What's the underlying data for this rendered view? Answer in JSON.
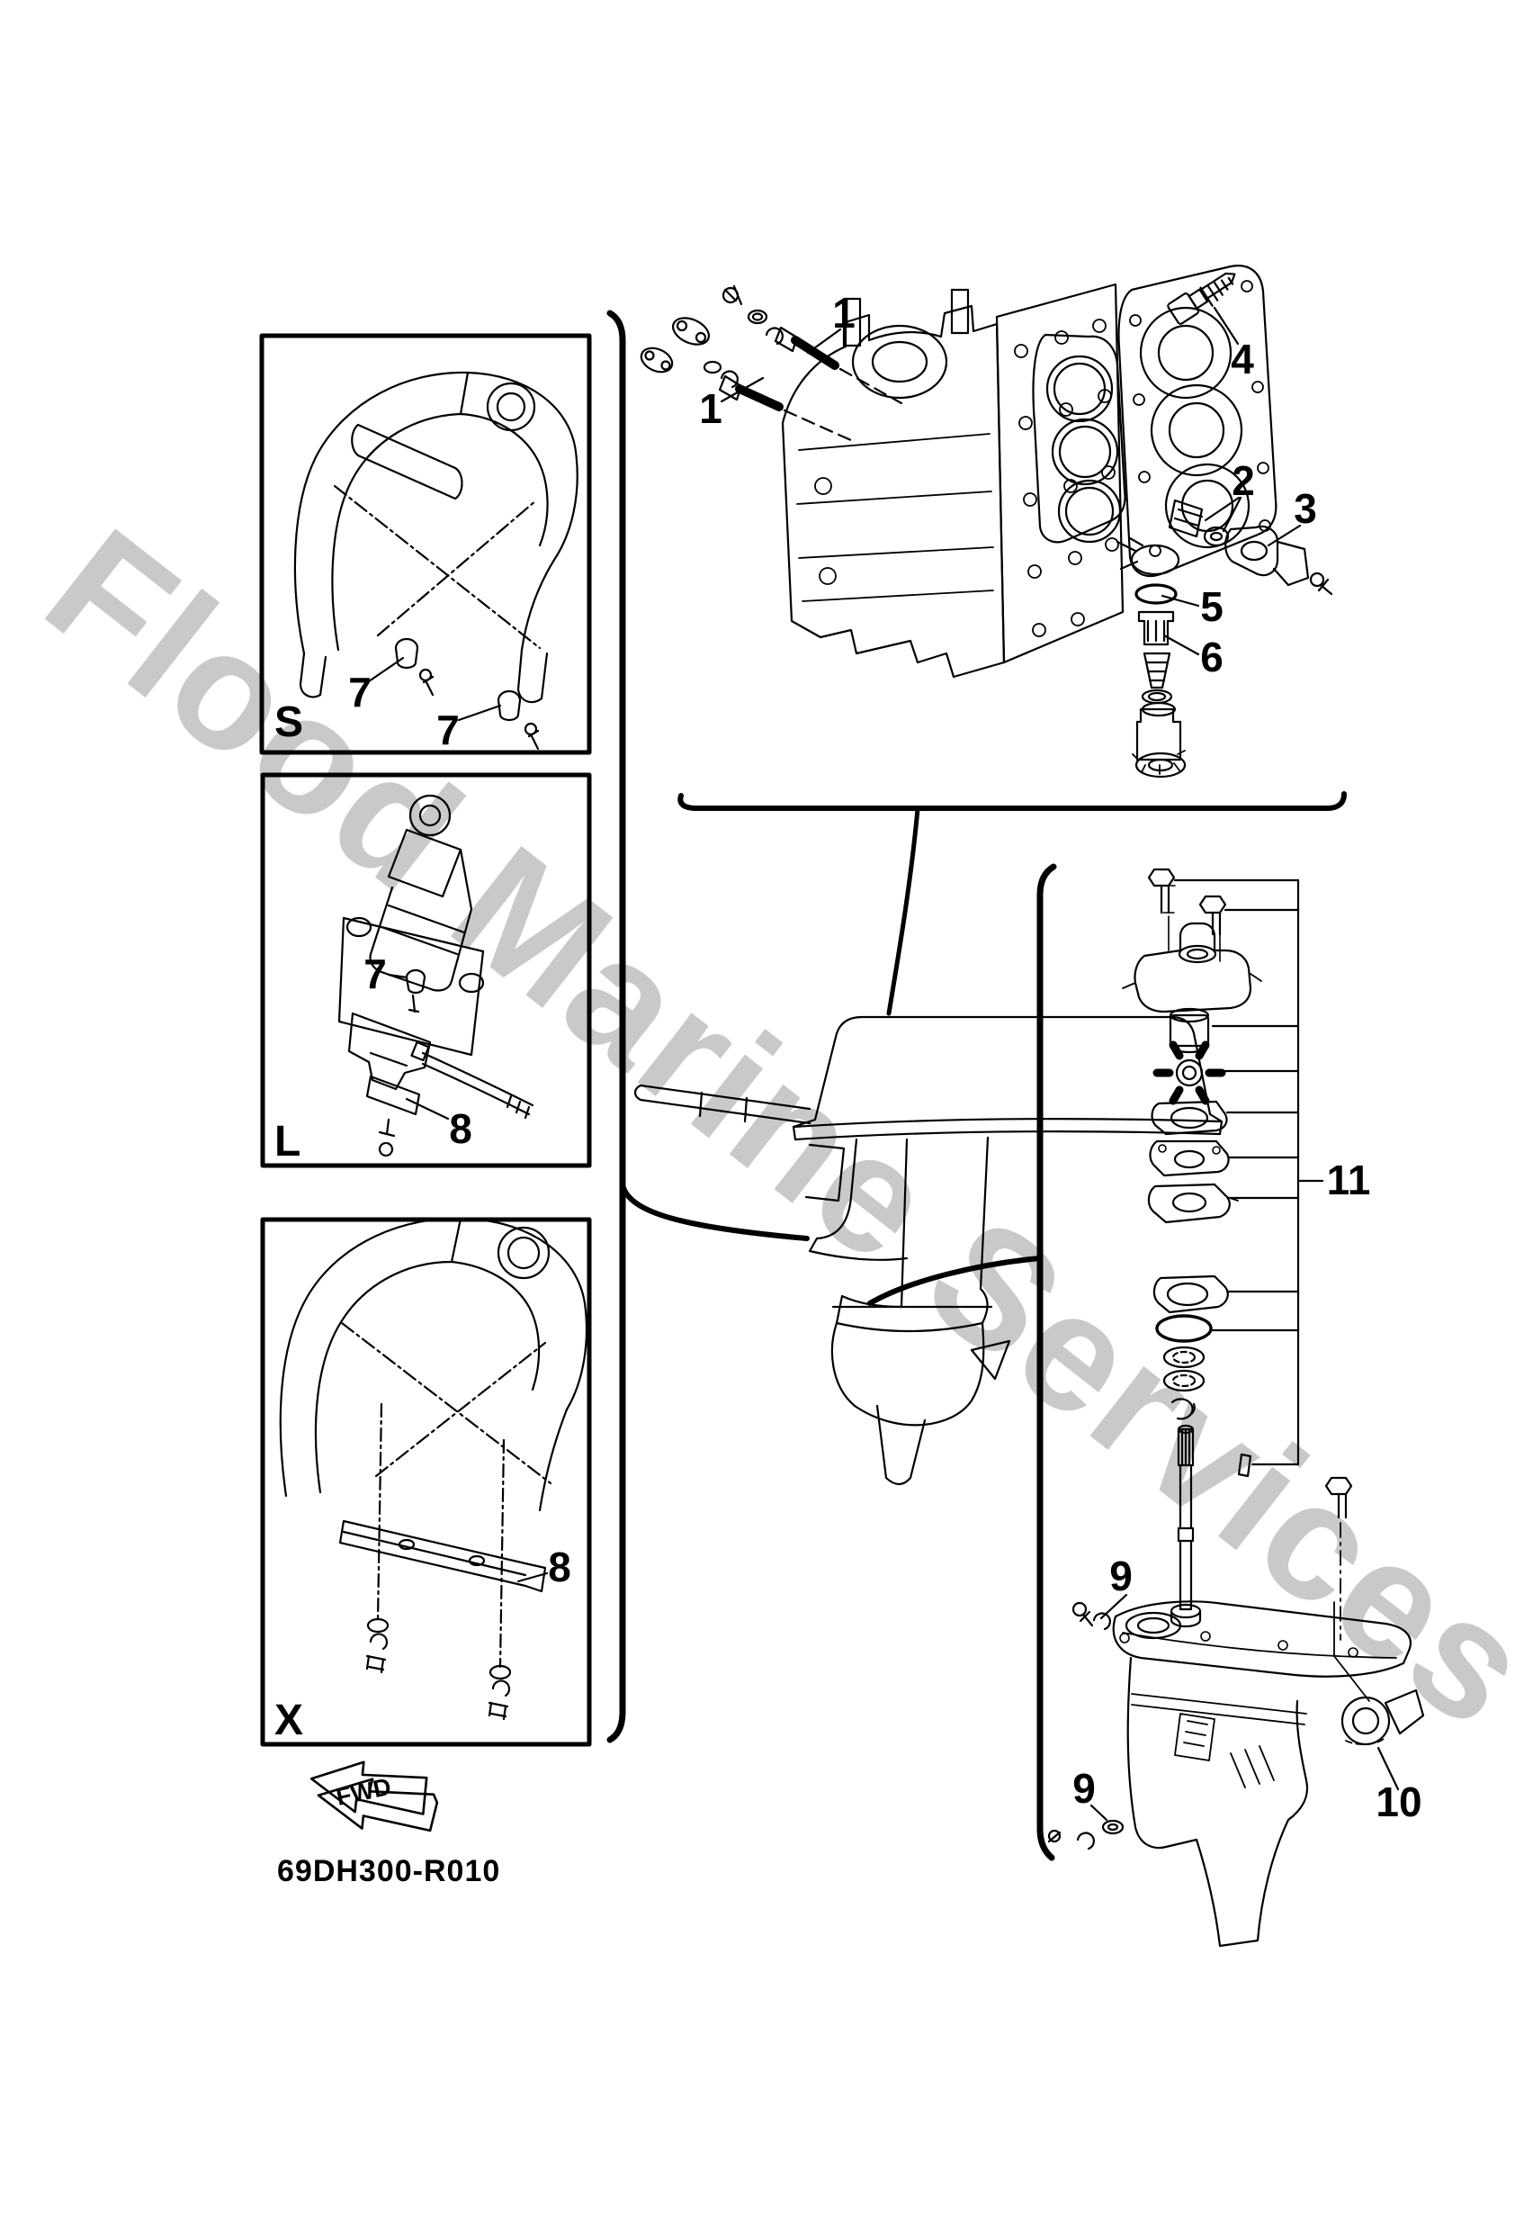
{
  "art": {
    "paper_color": "#ffffff",
    "line_color": "#000000",
    "watermark": {
      "text": "Flood Marine Services",
      "color": "#c9c9c9"
    },
    "drawing_code": "69DH300-R010",
    "fwd_label": "FWD",
    "section_labels": [
      "S",
      "L",
      "X"
    ],
    "callouts": [
      "1",
      "1",
      "2",
      "3",
      "4",
      "5",
      "6",
      "7",
      "7",
      "7",
      "8",
      "8",
      "9",
      "9",
      "10",
      "11"
    ]
  }
}
